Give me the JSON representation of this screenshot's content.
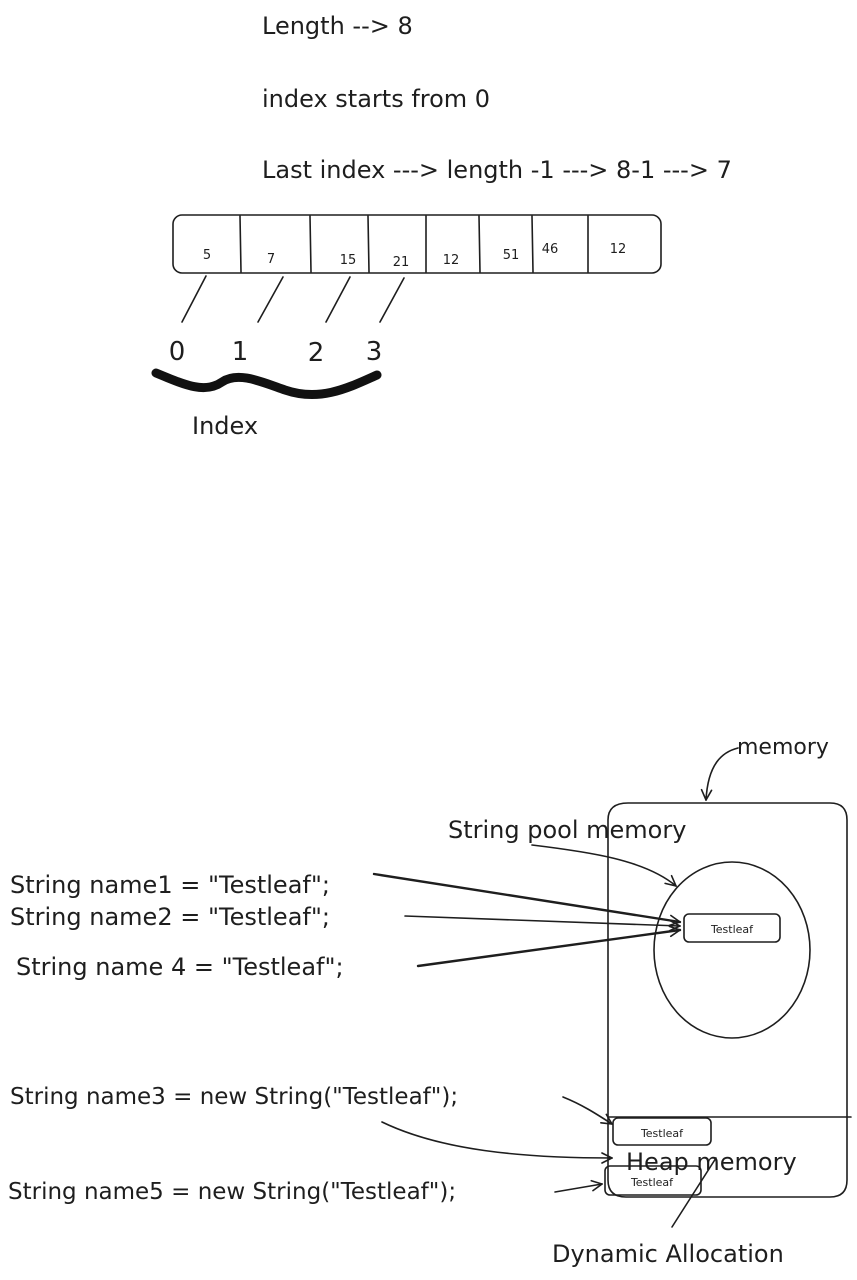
{
  "notes": {
    "length_line": "Length --> 8",
    "index_start_line": "index starts from 0",
    "last_index_line": "Last index ---> length -1 --->  8-1 ---> 7"
  },
  "array": {
    "values": [
      "5",
      "7",
      "15",
      "21",
      "12",
      "51",
      "46",
      "12"
    ],
    "index_labels": [
      "0",
      "1",
      "2",
      "3"
    ],
    "brace_label": "Index"
  },
  "memory": {
    "memory_label": "memory",
    "string_pool_label": "String pool memory",
    "heap_label": "Heap memory",
    "dynamic_label": "Dynamic Allocation",
    "pool_object": "Testleaf",
    "heap_object_1": "Testleaf",
    "heap_object_2": "Testleaf"
  },
  "code": {
    "line1": "String name1 = \"Testleaf\";",
    "line2": "String name2 = \"Testleaf\";",
    "line4": "String name 4 = \"Testleaf\";",
    "line3": "String name3 = new String(\"Testleaf\");",
    "line5": "String name5 = new String(\"Testleaf\");"
  }
}
